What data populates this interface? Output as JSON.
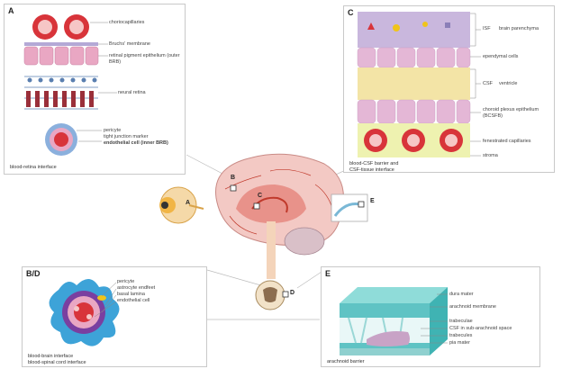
{
  "panels": {
    "A": {
      "tag": "A",
      "labels": [
        "choriocapillaries",
        "Bruchs' membrane",
        "retinal pigment epithelium (outer BRB)",
        "neural retina",
        "pericyte",
        "endothelial cell (inner BRB)"
      ],
      "label_emphasis": [
        "tight junction marker"
      ],
      "caption": "blood-retina interface"
    },
    "B": {
      "tag": "B/D",
      "labels": [
        "pericyte",
        "astrocyte endfeet",
        "basal lamina",
        "endothelial cell"
      ],
      "caption_lines": [
        "blood-brain interface",
        "blood-spinal cord interface"
      ]
    },
    "C": {
      "tag": "C",
      "labels": [
        "ISF",
        "brain parenchyma",
        "ependymal cells",
        "CSF",
        "ventricle",
        "choroid plexus epithelium (BCSFB)",
        "fenestrated capillaries",
        "stroma"
      ],
      "caption_lines": [
        "blood-CSF barrier and",
        "CSF-tissue interface"
      ]
    },
    "E": {
      "tag": "E",
      "labels": [
        "dura mater",
        "arachnoid membrane",
        "trabeculae",
        "CSF in sub-arachnoid space",
        "trabecules",
        "pia mater"
      ],
      "caption": "arachnoid barrier"
    }
  },
  "center": {
    "markers": [
      "A",
      "B",
      "C",
      "D",
      "E"
    ]
  },
  "colors": {
    "blood_red": "#d8343a",
    "pink_cell": "#e9a7c3",
    "teal": "#5fc3c4",
    "purple_layer": "#c9b7dd",
    "yellow_layer": "#f3e4a6",
    "border": "#c9c9c9"
  }
}
